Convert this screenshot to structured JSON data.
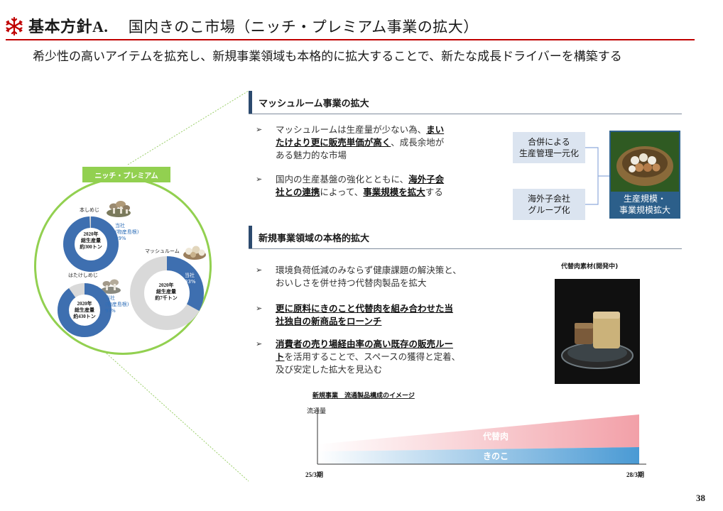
{
  "header": {
    "label": "基本方針A.",
    "title": "国内きのこ市場（ニッチ・プレミアム事業の拡大）",
    "subtitle": "希少性の高いアイテムを拡充し、新規事業領域も本格的に拡大することで、新たな成長ドライバーを構築する",
    "accent_color": "#c00000"
  },
  "niche_panel": {
    "badge": "ニッチ・プレミアム",
    "items": [
      {
        "name": "本しめじ",
        "total_line1": "2020年",
        "total_line2": "総生産量",
        "total_line3": "約300トン",
        "share_label": "当社",
        "share_note": "(物産島根)",
        "share_pct": "99%",
        "share": 0.99
      },
      {
        "name": "はたけしめじ",
        "total_line1": "2020年",
        "total_line2": "総生産量",
        "total_line3": "約430トン",
        "share_label": "当社",
        "share_note": "(物産島根)",
        "share_pct": "9?%",
        "share": 0.9
      },
      {
        "name": "マッシュルーム",
        "total_line1": "2020年",
        "total_line2": "総生産量",
        "total_line3": "約7千トン",
        "share_label": "当社",
        "share_note": "",
        "share_pct": "33%",
        "share": 0.33
      }
    ]
  },
  "mushroom_section": {
    "heading": "マッシュルーム事業の拡大",
    "bullet1_a": "マッシュルームは生産量が少ない為、",
    "bullet1_b": "まい",
    "bullet1_c": "たけより更に販売単価が高く",
    "bullet1_d": "、成長余地が",
    "bullet1_e": "ある魅力的な市場",
    "bullet2_a": "国内の生産基盤の強化とともに、",
    "bullet2_b": "海外子会",
    "bullet2_c": "社との連携",
    "bullet2_d": "によって、",
    "bullet2_e": "事業規模を拡大",
    "bullet2_f": "する",
    "box_merge": "合併による\n生産管理一元化",
    "box_overseas": "海外子会社\nグループ化",
    "box_result": "生産規模・\n事業規模拡大"
  },
  "new_section": {
    "heading": "新規事業領域の本格的拡大",
    "bullet1_line1": "環境負荷低減のみならず健康課題の解決策と、",
    "bullet1_line2": "おいしさを併せ持つ代替肉製品を拡大",
    "bullet2_line1": "更に原料にきのこと代替肉を組み合わせた当",
    "bullet2_line2": "社独自の新商品をローンチ",
    "bullet3_line1": "消費者の売り場経由率の高い既存の販売ルー",
    "bullet3_line2_u": "ト",
    "bullet3_line2_rest": "を活用することで、スペースの獲得と定着、",
    "bullet3_line3": "及び安定した拡大を見込む",
    "photo_caption": "代替肉素材(開発中)"
  },
  "chart_data": {
    "type": "area",
    "title": "新規事業　流通製品構成のイメージ",
    "ylabel": "流通量",
    "x": [
      "25/3期",
      "28/3期"
    ],
    "series": [
      {
        "name": "きのこ",
        "color": "#4a9ad4"
      },
      {
        "name": "代替肉",
        "color": "#f2a0a8"
      }
    ],
    "grid": false
  },
  "page_number": "38"
}
